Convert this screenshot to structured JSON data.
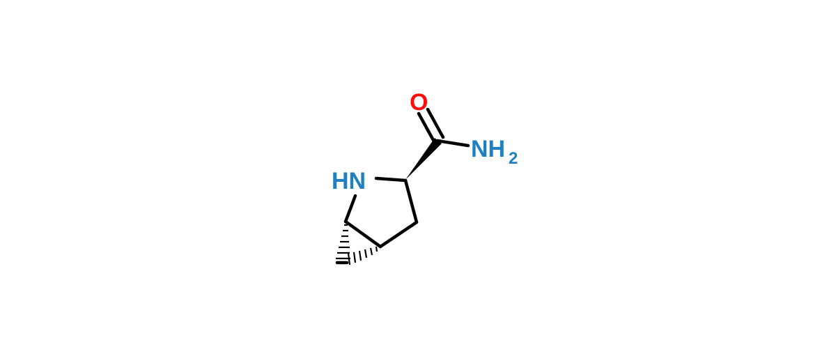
{
  "molecule": {
    "atoms": {
      "oxygen": "O",
      "amide_nitrogen": "NH",
      "amide_subscript": "2",
      "ring_nitrogen": "HN"
    },
    "colors": {
      "bond": "#000000",
      "oxygen": "#ff0d0d",
      "nitrogen": "#1f7fc1"
    }
  }
}
